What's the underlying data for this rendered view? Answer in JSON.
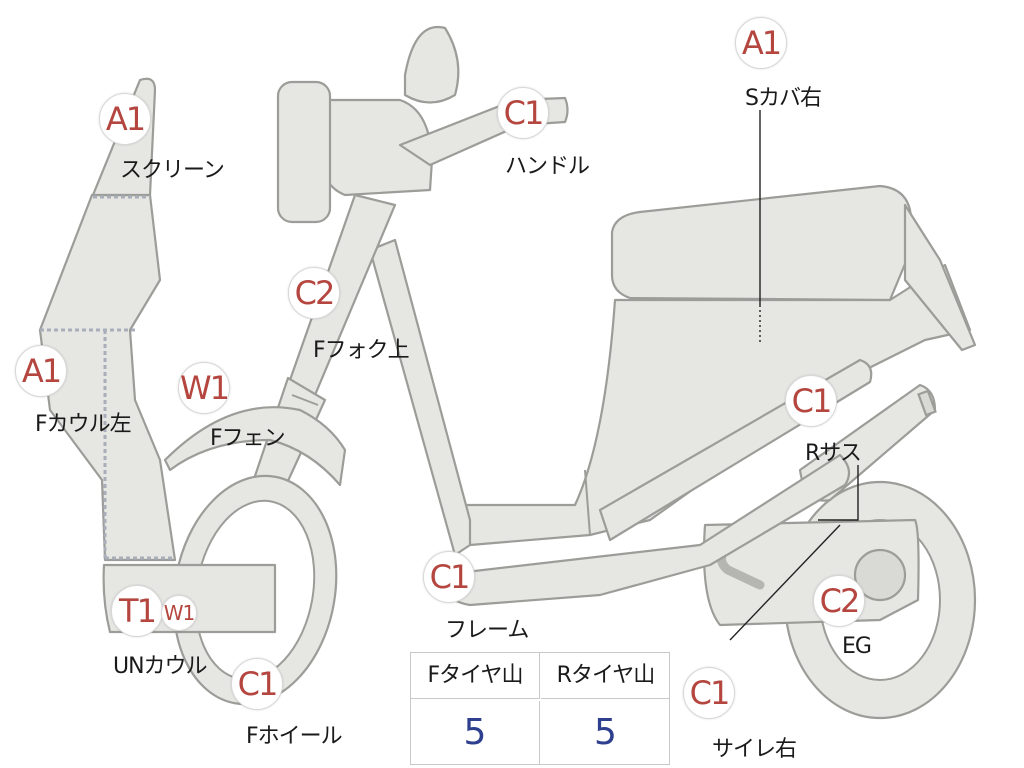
{
  "parts": [
    {
      "id": "screen",
      "grade": "A1",
      "label": "スクリーン"
    },
    {
      "id": "side-cover-r",
      "grade": "A1",
      "label": "Sカバ右"
    },
    {
      "id": "handle",
      "grade": "C1",
      "label": "ハンドル"
    },
    {
      "id": "front-fork-up",
      "grade": "C2",
      "label": "Fフォク上"
    },
    {
      "id": "front-cowl-l",
      "grade": "A1",
      "label": "Fカウル左"
    },
    {
      "id": "front-fender",
      "grade": "W1",
      "label": "Fフェン"
    },
    {
      "id": "rear-susp",
      "grade": "C1",
      "label": "Rサス"
    },
    {
      "id": "frame",
      "grade": "C1",
      "label": "フレーム"
    },
    {
      "id": "engine",
      "grade": "C2",
      "label": "EG"
    },
    {
      "id": "under-cowl",
      "grade": "T1",
      "grade2": "W1",
      "label": "UNカウル"
    },
    {
      "id": "front-wheel",
      "grade": "C1",
      "label": "Fホイール"
    },
    {
      "id": "muffler-r",
      "grade": "C1",
      "label": "サイレ右"
    }
  ],
  "tire_tread": {
    "headers": [
      "Fタイヤ山",
      "Rタイヤ山"
    ],
    "values": [
      "5",
      "5"
    ]
  },
  "colors": {
    "grade": "#b4463f",
    "tread_value": "#2d3f8e",
    "part_fill": "#e6e6e3",
    "part_outline": "#9c9c98"
  }
}
